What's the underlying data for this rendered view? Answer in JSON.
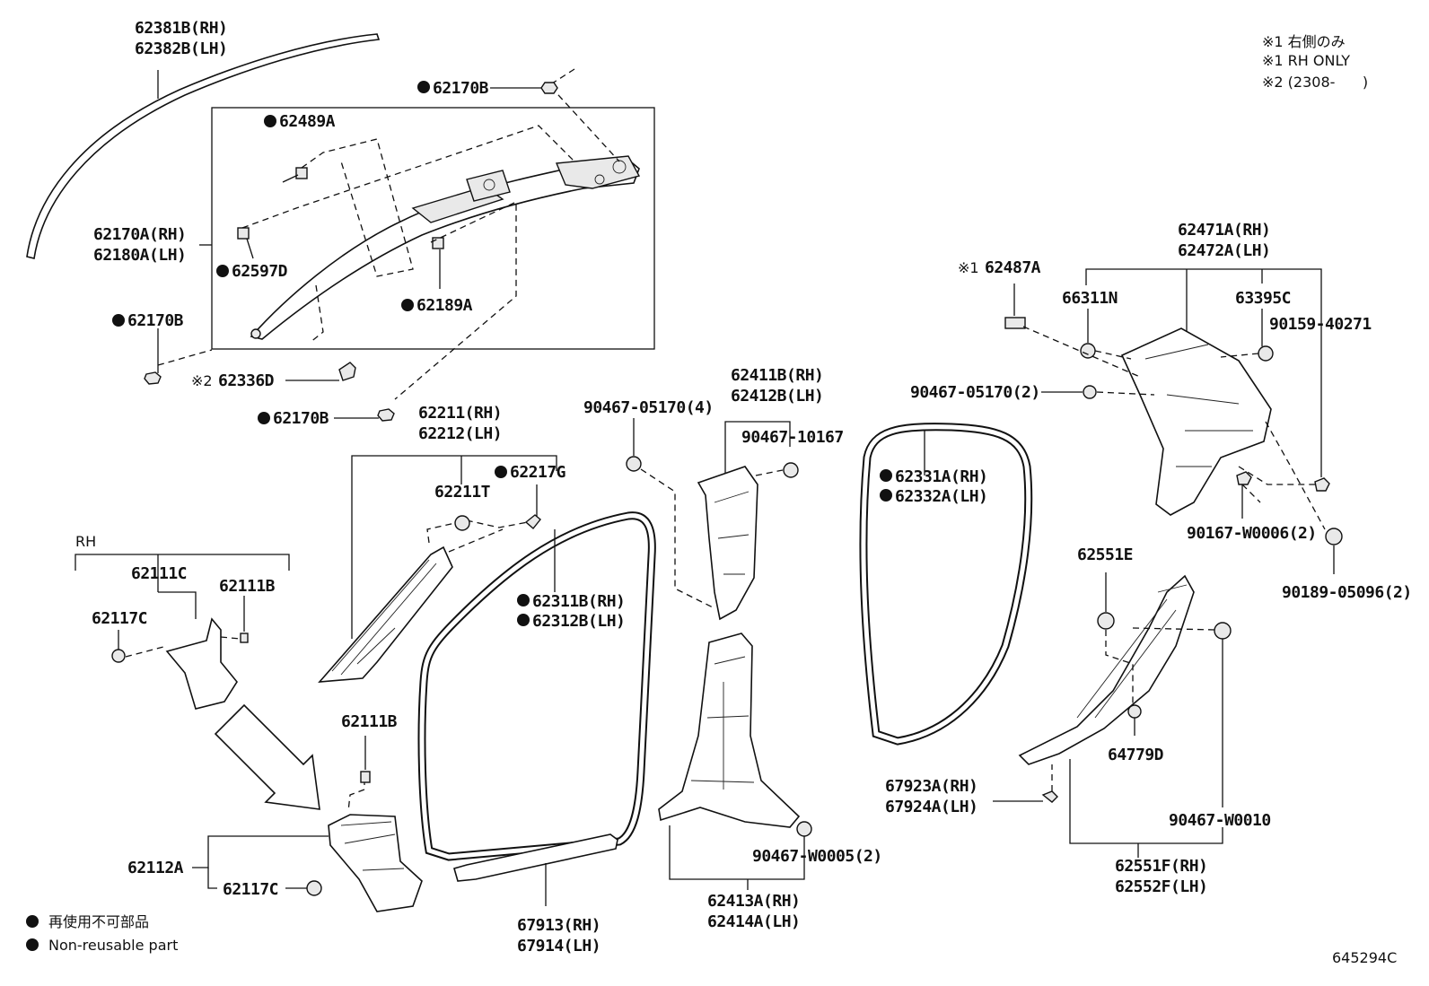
{
  "diagram_id": "645294C",
  "notes": {
    "note1_jp": "※1 右側のみ",
    "note1_en": "※1 RH ONLY",
    "note2": "※2 (2308-      )"
  },
  "legend": {
    "label_jp": "再使用不可部品",
    "label_en": "Non-reusable part"
  },
  "labels": {
    "p62381B": "62381B(RH)",
    "p62382B": "62382B(LH)",
    "p62170B_top": "62170B",
    "p62489A": "62489A",
    "p62170A": "62170A(RH)",
    "p62180A": "62180A(LH)",
    "p62597D": "62597D",
    "p62189A": "62189A",
    "p62170B_left": "62170B",
    "p62336D": "62336D",
    "p62170B_bottom": "62170B",
    "p62211": "62211(RH)",
    "p62212": "62212(LH)",
    "p62217G": "62217G",
    "p62211T": "62211T",
    "rh": "RH",
    "p62111C": "62111C",
    "p62111B_a": "62111B",
    "p62117C_a": "62117C",
    "p62111B_b": "62111B",
    "p62112A": "62112A",
    "p62117C_b": "62117C",
    "p62311B": "62311B(RH)",
    "p62312B": "62312B(LH)",
    "p67913": "67913(RH)",
    "p67914": "67914(LH)",
    "p90467_05170_4": "90467-05170(4)",
    "p62411B": "62411B(RH)",
    "p62412B": "62412B(LH)",
    "p90467_10167": "90467-10167",
    "p90467_W0005": "90467-W0005(2)",
    "p62413A": "62413A(RH)",
    "p62414A": "62414A(LH)",
    "p62331A": "62331A(RH)",
    "p62332A": "62332A(LH)",
    "p62487A": "62487A",
    "p62471A": "62471A(RH)",
    "p62472A": "62472A(LH)",
    "p66311N": "66311N",
    "p63395C": "63395C",
    "p90159_40271": "90159-40271",
    "p90467_05170_2": "90467-05170(2)",
    "p90167_W0006": "90167-W0006(2)",
    "p90189_05096": "90189-05096(2)",
    "p62551E": "62551E",
    "p64779D": "64779D",
    "p67923A": "67923A(RH)",
    "p67924A": "67924A(LH)",
    "p90467_W0010": "90467-W0010",
    "p62551F": "62551F(RH)",
    "p62552F": "62552F(LH)"
  },
  "marks": {
    "ref1": "※1",
    "ref2": "※2"
  }
}
